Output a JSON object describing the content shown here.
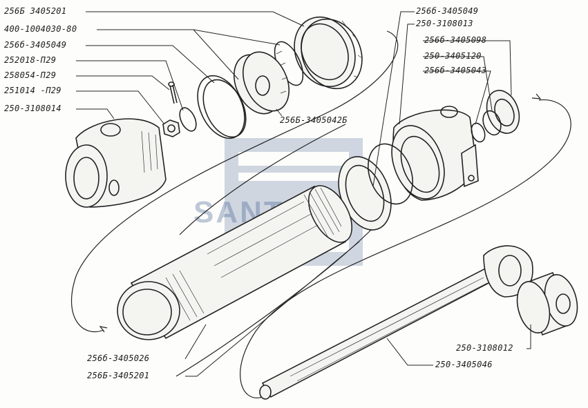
{
  "labels": [
    "256Б 3405201",
    "400-1004030-80",
    "256б-3405049",
    "252018-П29",
    "258054-П29",
    "251014 -П29",
    "250-3108014",
    "256Б-3405042Б",
    "256б-3405049",
    "250-3108013",
    "256б-3405098",
    "250-3405120",
    "256б-3405043",
    "256б-3405026",
    "256Б-3405201",
    "250-3108012",
    "250-3405046"
  ],
  "watermark": {
    "text": "SANTAL",
    "color": "#2f4f86"
  },
  "colors": {
    "ink": "#222222",
    "paper": "#fdfdfb"
  }
}
